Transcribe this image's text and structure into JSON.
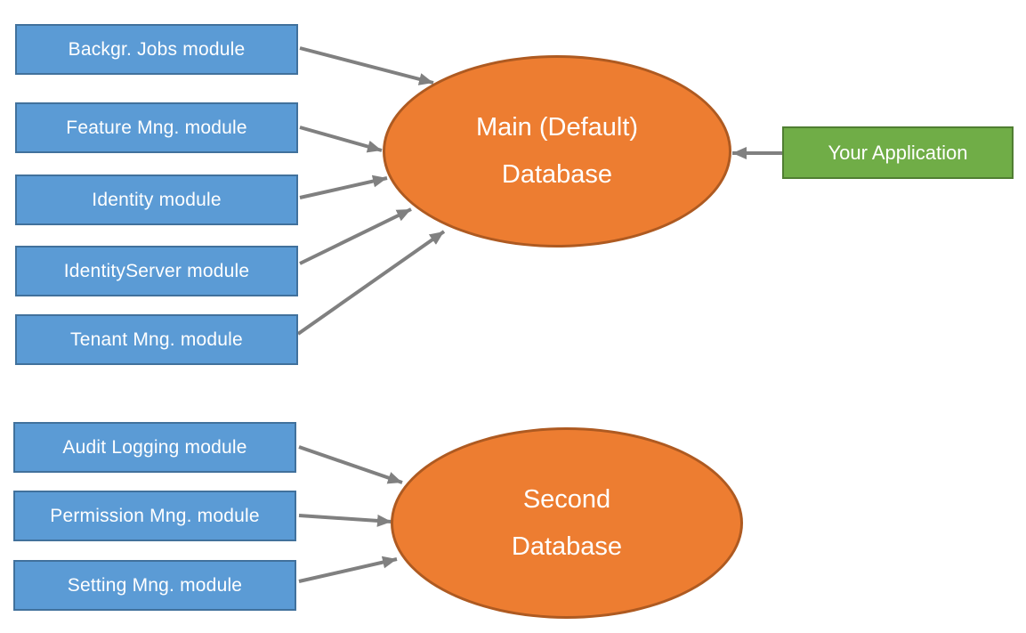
{
  "main_group": {
    "modules": [
      {
        "label": "Backgr. Jobs module"
      },
      {
        "label": "Feature Mng. module"
      },
      {
        "label": "Identity module"
      },
      {
        "label": "IdentityServer module"
      },
      {
        "label": "Tenant Mng. module"
      }
    ],
    "database": {
      "lines": [
        "Main (Default)",
        "Database"
      ]
    },
    "application": {
      "label": "Your Application"
    }
  },
  "second_group": {
    "modules": [
      {
        "label": "Audit Logging module"
      },
      {
        "label": "Permission Mng. module"
      },
      {
        "label": "Setting Mng. module"
      }
    ],
    "database": {
      "lines": [
        "Second",
        "Database"
      ]
    }
  },
  "edges": [
    {
      "from": "Backgr. Jobs module",
      "to": "Main (Default) Database"
    },
    {
      "from": "Feature Mng. module",
      "to": "Main (Default) Database"
    },
    {
      "from": "Identity module",
      "to": "Main (Default) Database"
    },
    {
      "from": "IdentityServer module",
      "to": "Main (Default) Database"
    },
    {
      "from": "Tenant Mng. module",
      "to": "Main (Default) Database"
    },
    {
      "from": "Your Application",
      "to": "Main (Default) Database"
    },
    {
      "from": "Audit Logging module",
      "to": "Second Database"
    },
    {
      "from": "Permission Mng. module",
      "to": "Second Database"
    },
    {
      "from": "Setting Mng. module",
      "to": "Second Database"
    }
  ],
  "colors": {
    "module_fill": "#5B9BD5",
    "module_border": "#41719C",
    "database_fill": "#ED7D31",
    "database_border": "#AE5A21",
    "application_fill": "#70AD47",
    "application_border": "#507E32",
    "arrow": "#808080",
    "text": "#FFFFFF"
  }
}
